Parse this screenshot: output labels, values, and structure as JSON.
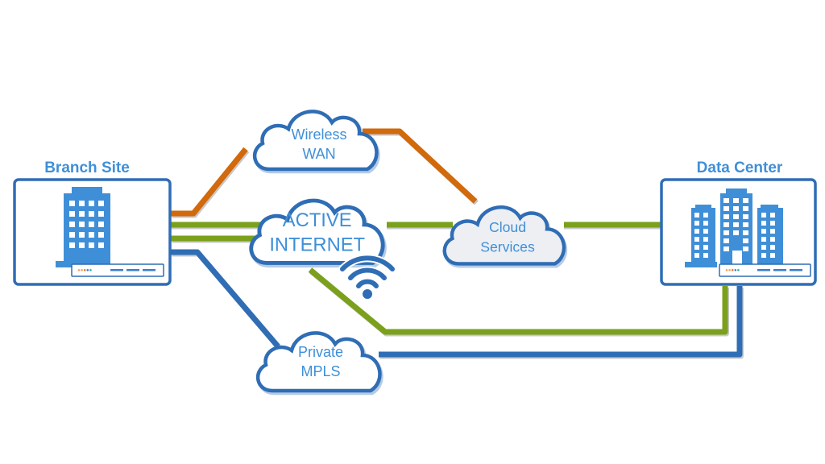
{
  "diagram": {
    "title": "SD-WAN network topology",
    "colors": {
      "primary_blue": "#2f6db5",
      "label_blue": "#3f8fd8",
      "wireless_orange": "#d2690a",
      "internet_green": "#7aa01c",
      "mpls_blue": "#2f6db5",
      "cloud_services_fill": "#edeff2",
      "cloud_fill": "#ffffff"
    },
    "sites": [
      {
        "id": "branch",
        "label": "Branch Site",
        "icon": "office-tower-icon",
        "device": "edge-router-icon"
      },
      {
        "id": "datacenter",
        "label": "Data Center",
        "icon": "office-campus-icon",
        "device": "edge-router-icon"
      }
    ],
    "clouds": [
      {
        "id": "wireless",
        "lines": [
          "Wireless",
          "WAN"
        ]
      },
      {
        "id": "internet",
        "lines": [
          "ACTIVE",
          "INTERNET"
        ],
        "badge": "wifi-icon"
      },
      {
        "id": "cloudsvc",
        "lines": [
          "Cloud",
          "Services"
        ]
      },
      {
        "id": "mpls",
        "lines": [
          "Private",
          "MPLS"
        ]
      }
    ],
    "links": [
      {
        "id": "branch-wireless-cloudsvc",
        "from": "Branch Site",
        "via": "Wireless WAN",
        "to": "Cloud Services",
        "color": "orange"
      },
      {
        "id": "branch-internet-cloudsvc-dc",
        "from": "Branch Site",
        "via": "ACTIVE INTERNET",
        "to": "Data Center",
        "color": "green"
      },
      {
        "id": "branch-internet",
        "from": "Branch Site",
        "via": "ACTIVE INTERNET",
        "to": "ACTIVE INTERNET",
        "color": "green"
      },
      {
        "id": "internet-dc",
        "from": "ACTIVE INTERNET",
        "via": "",
        "to": "Data Center",
        "color": "green"
      },
      {
        "id": "branch-mpls-dc",
        "from": "Branch Site",
        "via": "Private MPLS",
        "to": "Data Center",
        "color": "blue"
      }
    ]
  }
}
